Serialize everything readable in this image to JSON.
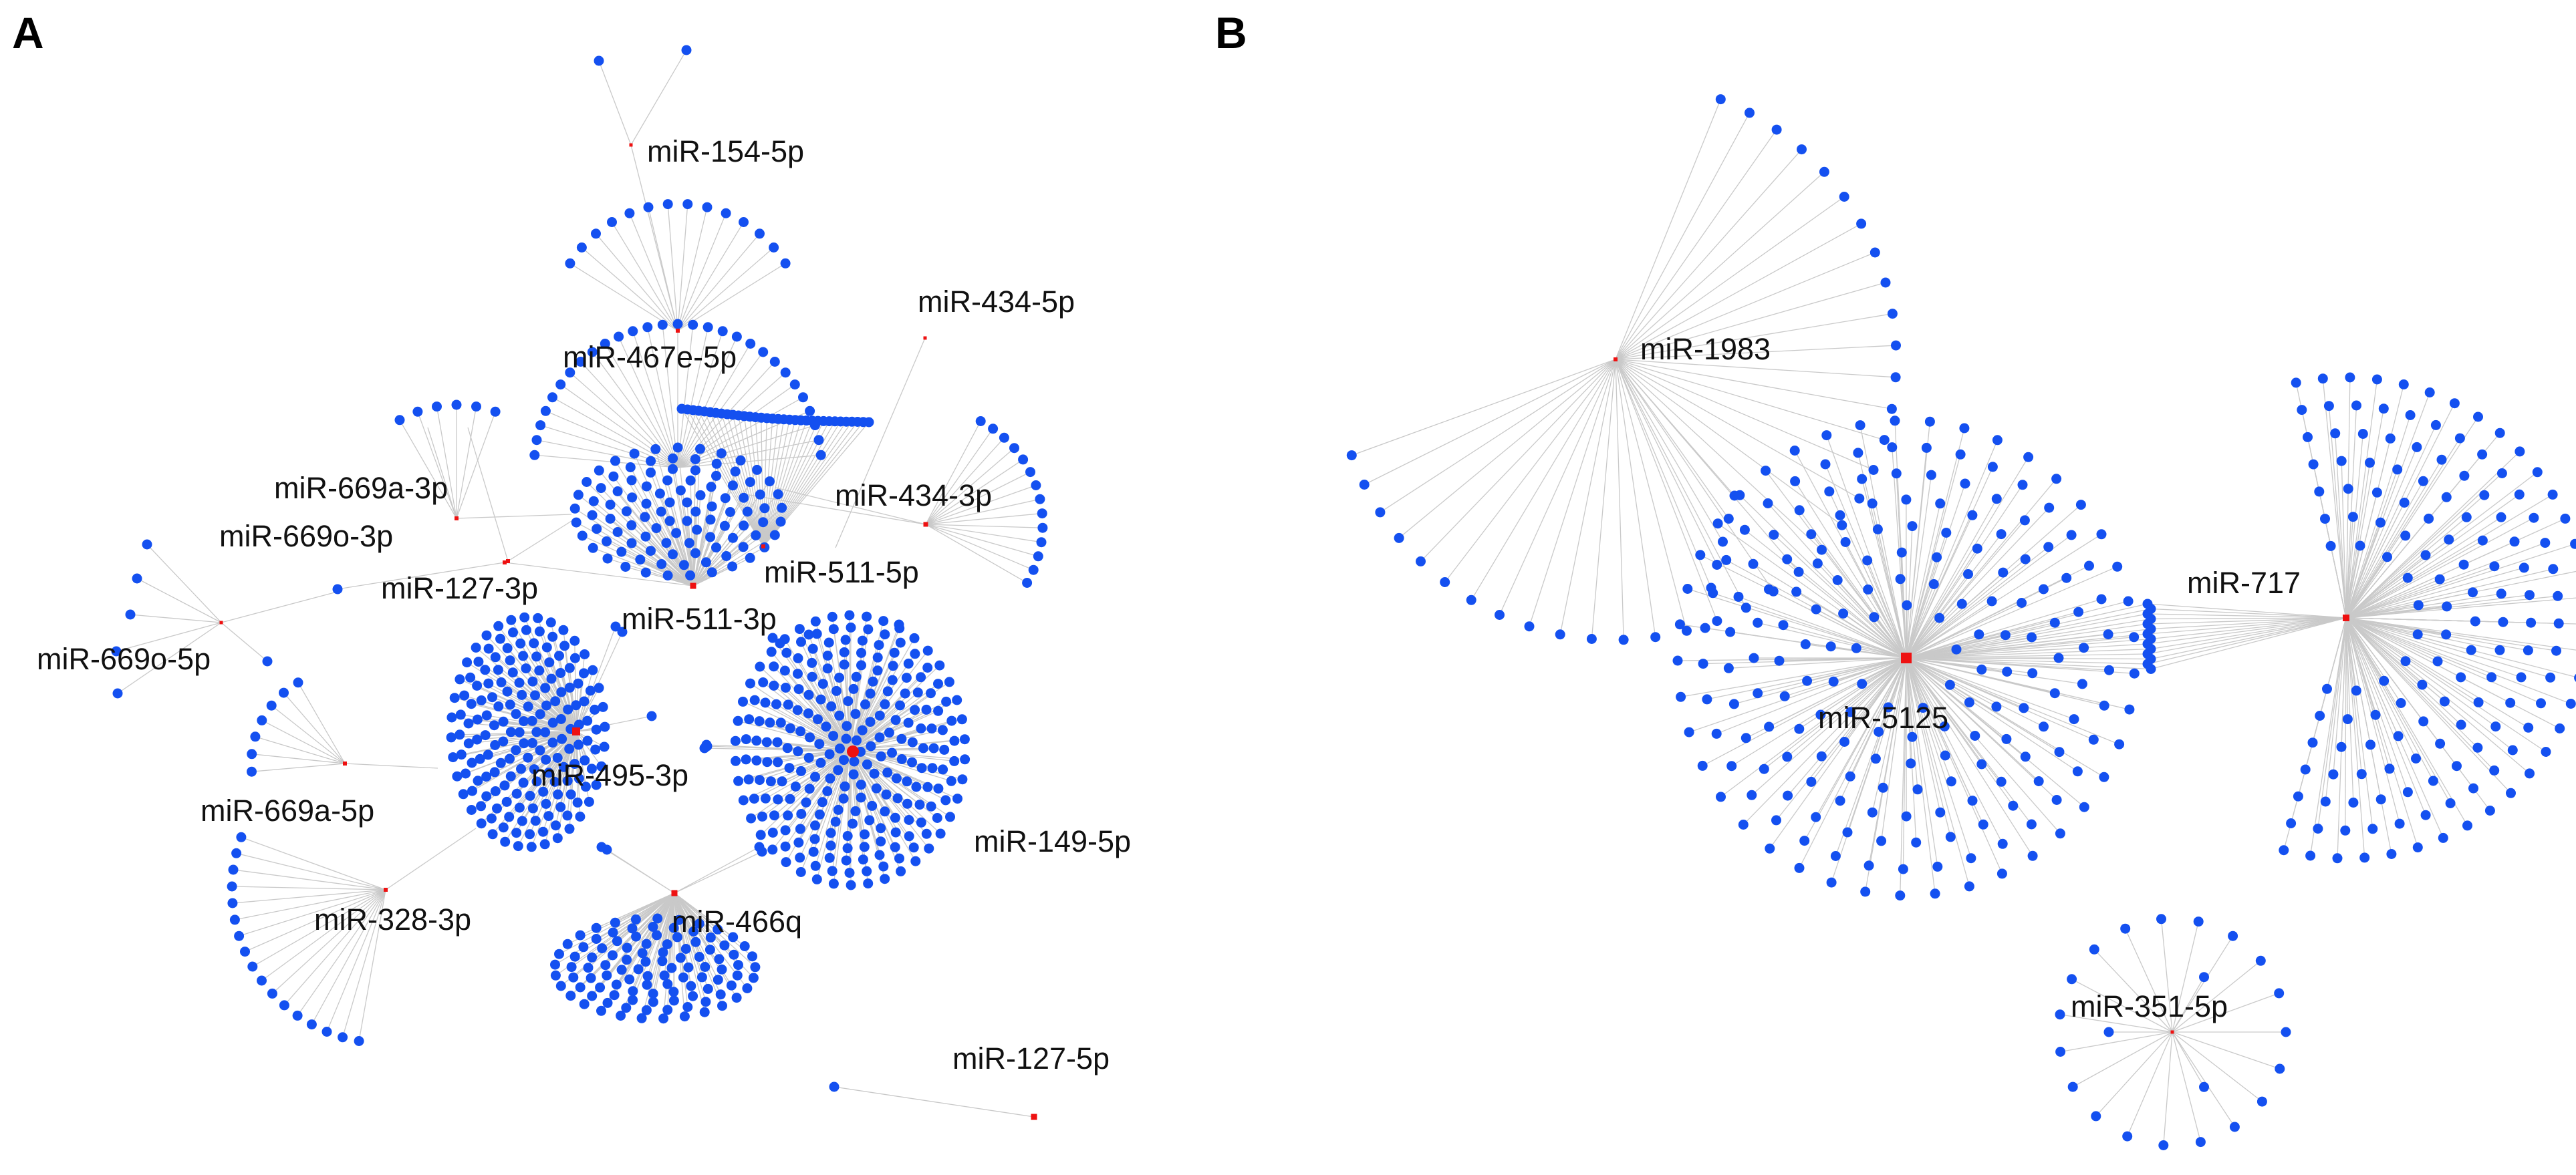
{
  "panels": [
    {
      "label": "A",
      "networks": [
        {
          "name": "miR-154-5p"
        },
        {
          "name": "miR-467e-5p"
        },
        {
          "name": "miR-434-5p"
        },
        {
          "name": "miR-669a-3p"
        },
        {
          "name": "miR-669o-3p"
        },
        {
          "name": "miR-434-3p"
        },
        {
          "name": "miR-127-3p"
        },
        {
          "name": "miR-511-5p"
        },
        {
          "name": "miR-511-3p"
        },
        {
          "name": "miR-669o-5p"
        },
        {
          "name": "miR-495-3p"
        },
        {
          "name": "miR-149-5p"
        },
        {
          "name": "miR-669a-5p"
        },
        {
          "name": "miR-466q"
        },
        {
          "name": "miR-328-3p"
        },
        {
          "name": "miR-127-5p"
        }
      ]
    },
    {
      "label": "B",
      "networks": [
        {
          "name": "miR-1983"
        },
        {
          "name": "miR-717"
        },
        {
          "name": "miR-5125"
        },
        {
          "name": "miR-351-5p"
        }
      ]
    }
  ],
  "colors": {
    "target_node": "#1450f0",
    "mirna_node": "#ee1111",
    "edge": "#c9c9c9",
    "label_text": "#111111",
    "background": "#ffffff"
  }
}
